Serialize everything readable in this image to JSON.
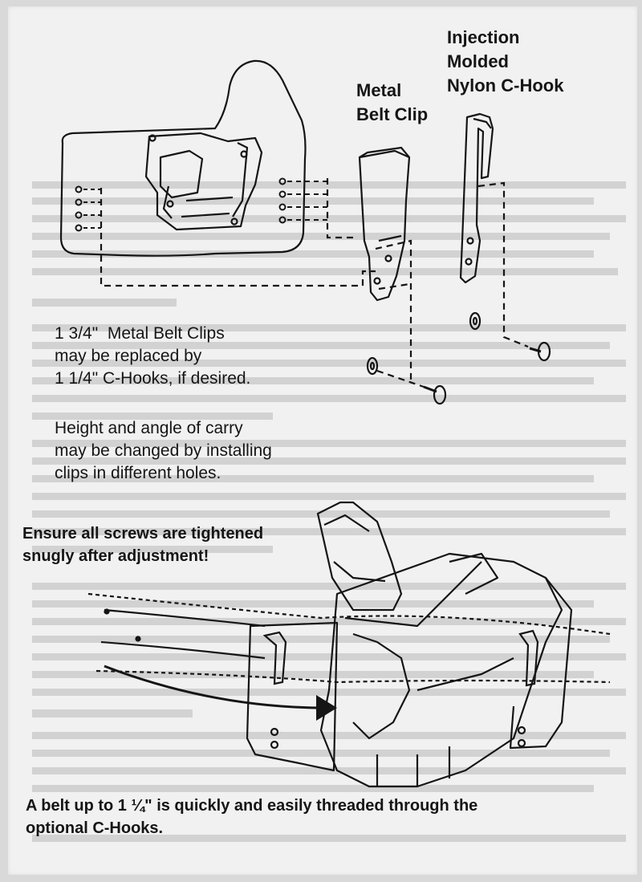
{
  "labels": {
    "metal_belt_clip": [
      "Metal",
      "Belt Clip"
    ],
    "c_hook": [
      "Injection",
      "Molded",
      "Nylon C-Hook"
    ]
  },
  "notes": {
    "replacement": [
      "1 3/4\"  Metal Belt Clips",
      "may be replaced by",
      "1 1/4\" C-Hooks, if desired."
    ],
    "adjustment": [
      "Height and angle of carry",
      "may be changed by installing",
      "clips in different holes."
    ]
  },
  "warning": [
    "Ensure all screws are tightened",
    "snugly after adjustment!"
  ],
  "caption": [
    "A belt up to 1 ¼\" is quickly and easily threaded through the",
    "optional C-Hooks."
  ],
  "colors": {
    "ink": "#151515",
    "paper": "#f1f1f1",
    "bleed_through": "#b8b8b8"
  }
}
